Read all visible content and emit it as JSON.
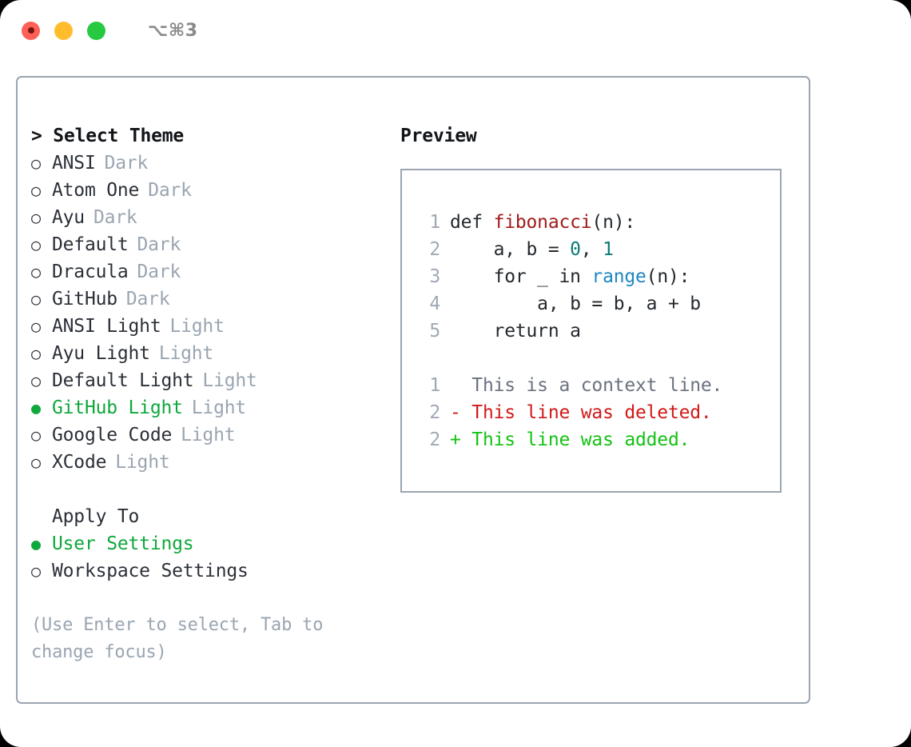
{
  "titlebar": {
    "shortcut": "⌥⌘3",
    "lights": [
      {
        "name": "close",
        "color": "#ff6058"
      },
      {
        "name": "minimize",
        "color": "#ffbd2e"
      },
      {
        "name": "maximize",
        "color": "#26c940"
      }
    ]
  },
  "colors": {
    "accent_green": "#0fa83c",
    "muted": "#9aa5b1",
    "text": "#2b3038",
    "border": "#9aa5b1",
    "diff_add": "#14c214",
    "diff_del": "#d11a1a"
  },
  "theme_section": {
    "title": "> Select Theme",
    "options": [
      {
        "label": "ANSI",
        "badge": "Dark",
        "selected": false,
        "bullet": "○"
      },
      {
        "label": "Atom One",
        "badge": "Dark",
        "selected": false,
        "bullet": "○"
      },
      {
        "label": "Ayu",
        "badge": "Dark",
        "selected": false,
        "bullet": "○"
      },
      {
        "label": "Default",
        "badge": "Dark",
        "selected": false,
        "bullet": "○"
      },
      {
        "label": "Dracula",
        "badge": "Dark",
        "selected": false,
        "bullet": "○"
      },
      {
        "label": "GitHub",
        "badge": "Dark",
        "selected": false,
        "bullet": "○"
      },
      {
        "label": "ANSI Light",
        "badge": "Light",
        "selected": false,
        "bullet": "○"
      },
      {
        "label": "Ayu Light",
        "badge": "Light",
        "selected": false,
        "bullet": "○"
      },
      {
        "label": "Default Light",
        "badge": "Light",
        "selected": false,
        "bullet": "○"
      },
      {
        "label": "GitHub Light",
        "badge": "Light",
        "selected": true,
        "bullet": "●"
      },
      {
        "label": "Google Code",
        "badge": "Light",
        "selected": false,
        "bullet": "○"
      },
      {
        "label": "XCode",
        "badge": "Light",
        "selected": false,
        "bullet": "○"
      }
    ]
  },
  "apply_section": {
    "title": "Apply To",
    "options": [
      {
        "label": "User Settings",
        "selected": true,
        "bullet": "●"
      },
      {
        "label": "Workspace Settings",
        "selected": false,
        "bullet": "○"
      }
    ]
  },
  "hint": "(Use Enter to select, Tab to change focus)",
  "preview": {
    "title": "Preview",
    "code_lines": [
      {
        "number": "1",
        "parts": [
          {
            "text": "def ",
            "token": "plain"
          },
          {
            "text": "fibonacci",
            "token": "fn"
          },
          {
            "text": "(n):",
            "token": "plain"
          }
        ]
      },
      {
        "number": "2",
        "parts": [
          {
            "text": "    a, b = ",
            "token": "plain"
          },
          {
            "text": "0",
            "token": "num"
          },
          {
            "text": ", ",
            "token": "plain"
          },
          {
            "text": "1",
            "token": "num"
          }
        ]
      },
      {
        "number": "3",
        "parts": [
          {
            "text": "    for _ in ",
            "token": "plain"
          },
          {
            "text": "range",
            "token": "call"
          },
          {
            "text": "(n):",
            "token": "plain"
          }
        ]
      },
      {
        "number": "4",
        "parts": [
          {
            "text": "        a, b = b, a + b",
            "token": "plain"
          }
        ]
      },
      {
        "number": "5",
        "parts": [
          {
            "text": "    return a",
            "token": "plain"
          }
        ]
      }
    ],
    "diff_lines": [
      {
        "number": "1",
        "marker": "  ",
        "text": "This is a context line.",
        "kind": "ctx"
      },
      {
        "number": "2",
        "marker": "- ",
        "text": "This line was deleted.",
        "kind": "del"
      },
      {
        "number": "2",
        "marker": "+ ",
        "text": "This line was added.",
        "kind": "add"
      }
    ]
  }
}
